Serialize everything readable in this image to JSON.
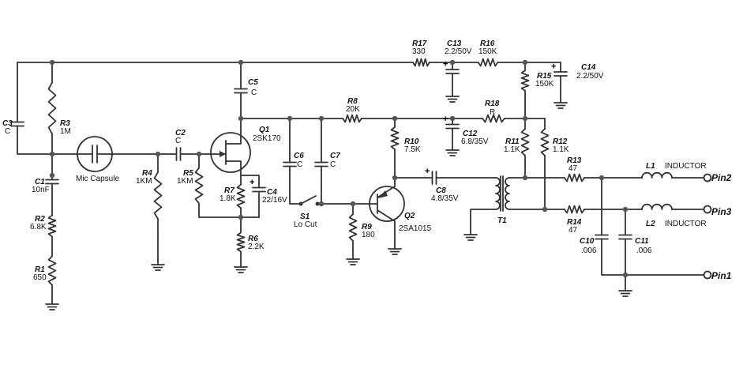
{
  "components": {
    "R1": {
      "ref": "R1",
      "value": "650"
    },
    "R2": {
      "ref": "R2",
      "value": "6.8K"
    },
    "R3": {
      "ref": "R3",
      "value": "1M"
    },
    "R4": {
      "ref": "R4",
      "value": "1KM"
    },
    "R5": {
      "ref": "R5",
      "value": "1KM"
    },
    "R6": {
      "ref": "R6",
      "value": "2.2K"
    },
    "R7": {
      "ref": "R7",
      "value": "1.8K"
    },
    "R8": {
      "ref": "R8",
      "value": "20K"
    },
    "R9": {
      "ref": "R9",
      "value": "180"
    },
    "R10": {
      "ref": "R10",
      "value": "7.5K"
    },
    "R11": {
      "ref": "R11",
      "value": "1.1K"
    },
    "R12": {
      "ref": "R12",
      "value": "1.1K"
    },
    "R13": {
      "ref": "R13",
      "value": "47"
    },
    "R14": {
      "ref": "R14",
      "value": "47"
    },
    "R15": {
      "ref": "R15",
      "value": "150K"
    },
    "R16": {
      "ref": "R16",
      "value": "150K"
    },
    "R17": {
      "ref": "R17",
      "value": "330"
    },
    "R18": {
      "ref": "R18",
      "value": "R"
    },
    "C1": {
      "ref": "C1",
      "value": "10nF"
    },
    "C2": {
      "ref": "C2",
      "value": "C"
    },
    "C3": {
      "ref": "C3",
      "value": "C"
    },
    "C4": {
      "ref": "C4",
      "value": "22/16V"
    },
    "C5": {
      "ref": "C5",
      "value": "C"
    },
    "C6": {
      "ref": "C6",
      "value": "C"
    },
    "C7": {
      "ref": "C7",
      "value": "C"
    },
    "C8": {
      "ref": "C8",
      "value": "4.8/35V"
    },
    "C10": {
      "ref": "C10",
      "value": ".006"
    },
    "C11": {
      "ref": "C11",
      "value": ".006"
    },
    "C12": {
      "ref": "C12",
      "value": "6.8/35V"
    },
    "C13": {
      "ref": "C13",
      "value": "2.2/50V"
    },
    "C14": {
      "ref": "C14",
      "value": "2.2/50V"
    },
    "Q1": {
      "ref": "Q1",
      "value": "2SK170"
    },
    "Q2": {
      "ref": "Q2",
      "value": "2SA1015"
    },
    "S1": {
      "ref": "S1",
      "value": "Lo Cut"
    },
    "T1": {
      "ref": "T1"
    },
    "L1": {
      "ref": "L1",
      "value": "INDUCTOR"
    },
    "L2": {
      "ref": "L2",
      "value": "INDUCTOR"
    },
    "MIC": {
      "value": "Mic Capsule"
    }
  },
  "pins": {
    "pin1": "Pin1",
    "pin2": "Pin2",
    "pin3": "Pin3"
  }
}
